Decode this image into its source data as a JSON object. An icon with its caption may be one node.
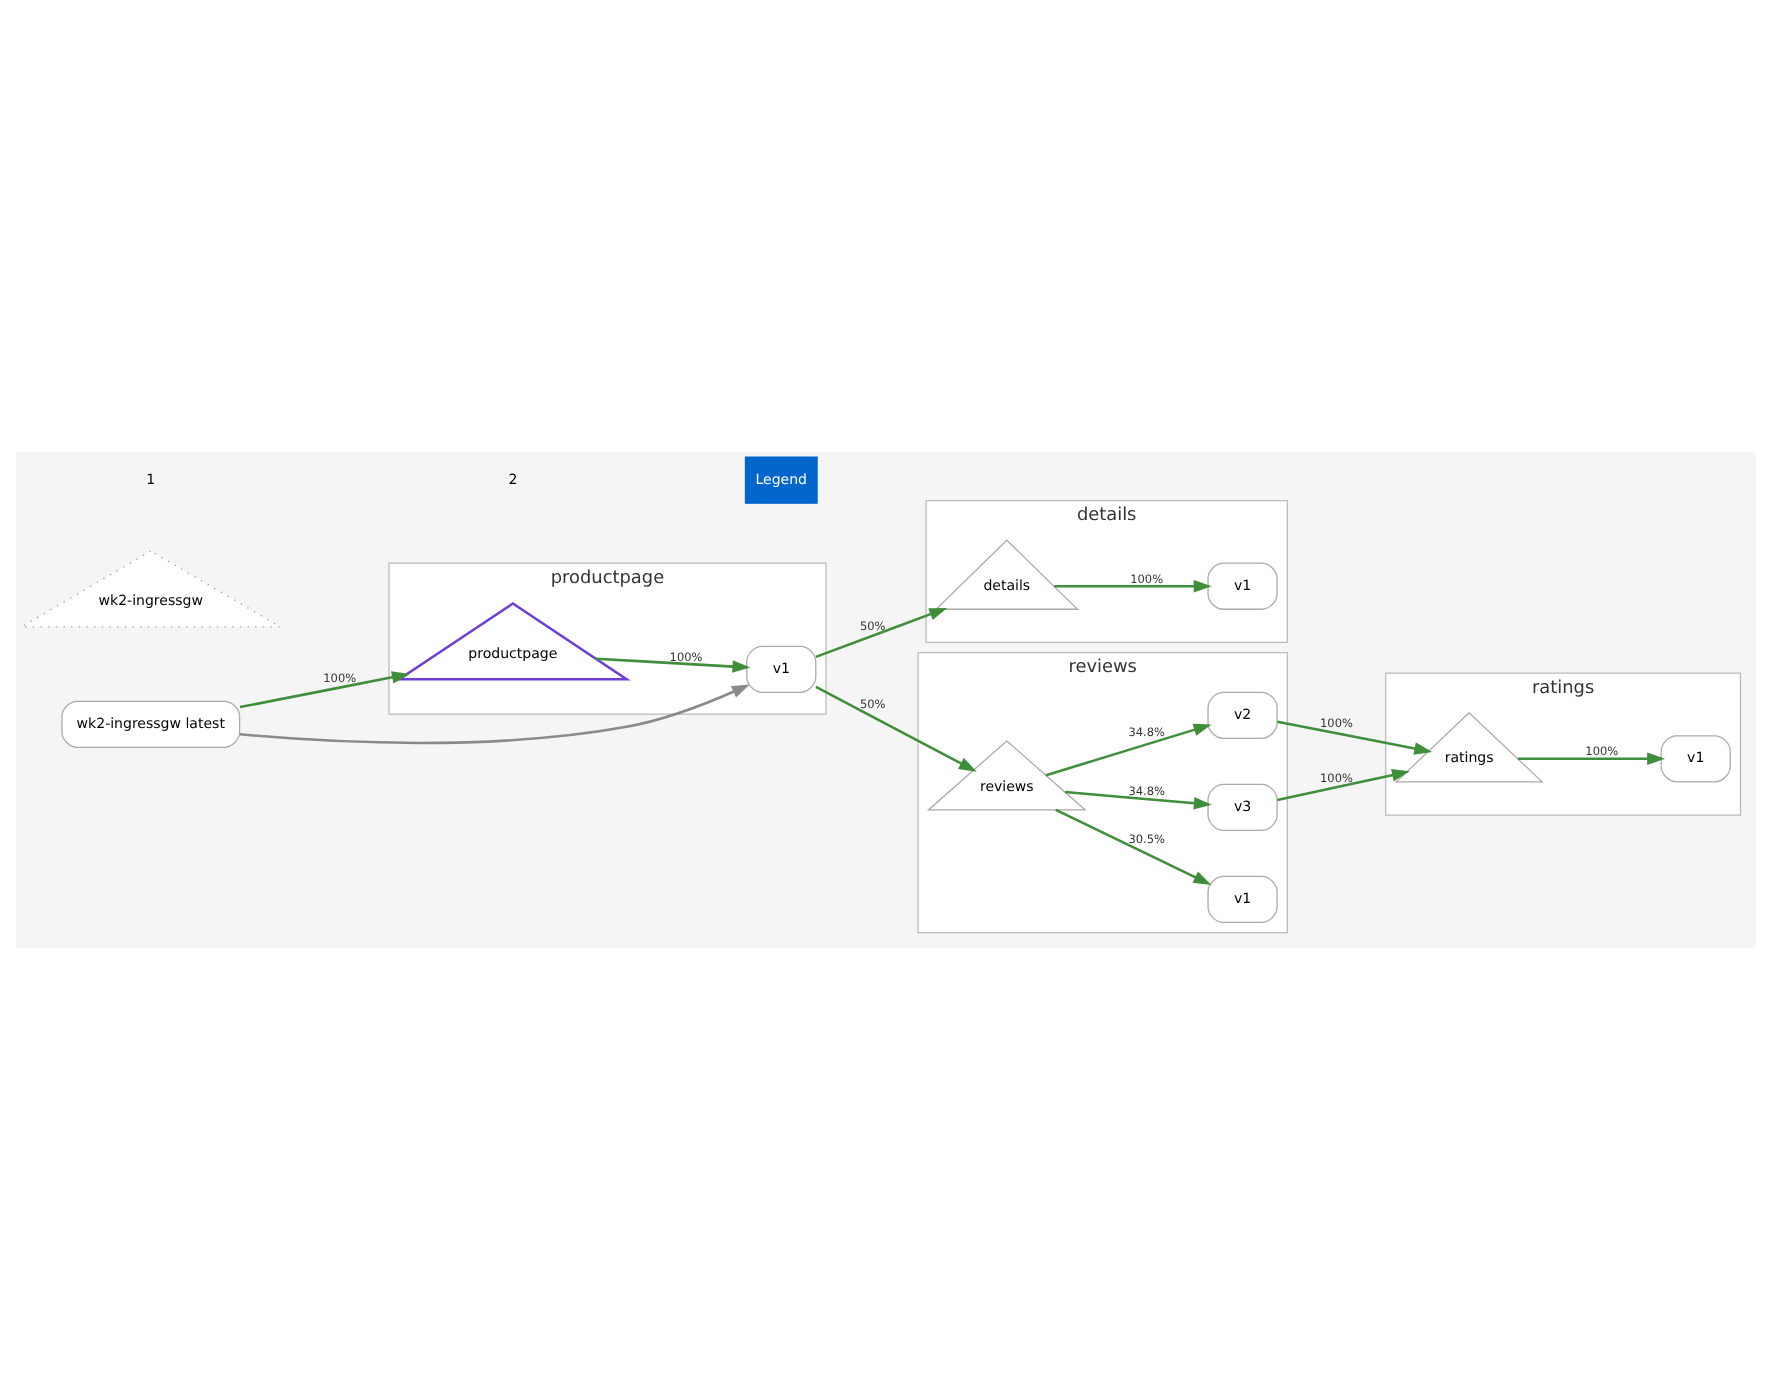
{
  "diagram": {
    "nodes": [
      {
        "text": [
          "productpage"
        ]
      },
      {
        "text": [
          "productpage"
        ],
        "in": 0
      },
      {
        "text": [
          "v1"
        ],
        "in": 0
      },
      {
        "text": [
          "details"
        ]
      },
      {
        "text": [
          "details"
        ],
        "in": 3
      },
      {
        "text": [
          "v1"
        ],
        "in": 3
      },
      {
        "text": [
          "reviews"
        ]
      },
      {
        "text": [
          "reviews"
        ],
        "in": 6
      },
      {
        "text": [
          "v1"
        ],
        "in": 6
      },
      {
        "text": [
          "v2"
        ],
        "in": 6
      },
      {
        "text": [
          "v3"
        ],
        "in": 6
      },
      {
        "text": [
          "ratings"
        ]
      },
      {
        "text": [
          "ratings"
        ],
        "in": 11
      },
      {
        "text": [
          "v1"
        ],
        "in": 11
      },
      {
        "text": [
          "wk2-ingressgw latest"
        ]
      },
      {
        "text": [
          "wk2-ingressgw"
        ]
      }
    ],
    "edges": [
      {
        "from": 14,
        "to": 1,
        "arrow": "to",
        "label": "100%"
      },
      {
        "from": 14,
        "to": 2,
        "arrow": "to",
        "color": "#8a8a8a"
      },
      {
        "from": 1,
        "to": 2,
        "arrow": "to",
        "label": "100%"
      },
      {
        "from": 2,
        "to": 4,
        "arrow": "to",
        "label": "50%"
      },
      {
        "from": 4,
        "to": 5,
        "arrow": "to",
        "label": "100%"
      },
      {
        "from": 2,
        "to": 7,
        "arrow": "to",
        "label": "50%"
      },
      {
        "from": 7,
        "to": 8,
        "arrow": "to",
        "label": "30.5%"
      },
      {
        "from": 7,
        "to": 9,
        "arrow": "to",
        "label": "34.8%"
      },
      {
        "from": 7,
        "to": 10,
        "arrow": "to",
        "label": "34.8%"
      },
      {
        "from": 9,
        "to": 12,
        "arrow": "to",
        "label": "100%"
      },
      {
        "from": 10,
        "to": 12,
        "arrow": "to",
        "label": "100%"
      },
      {
        "from": 12,
        "to": 13,
        "arrow": "to",
        "label": "100%"
      }
    ],
    "labels": [
      "1",
      "2",
      "Legend"
    ]
  }
}
